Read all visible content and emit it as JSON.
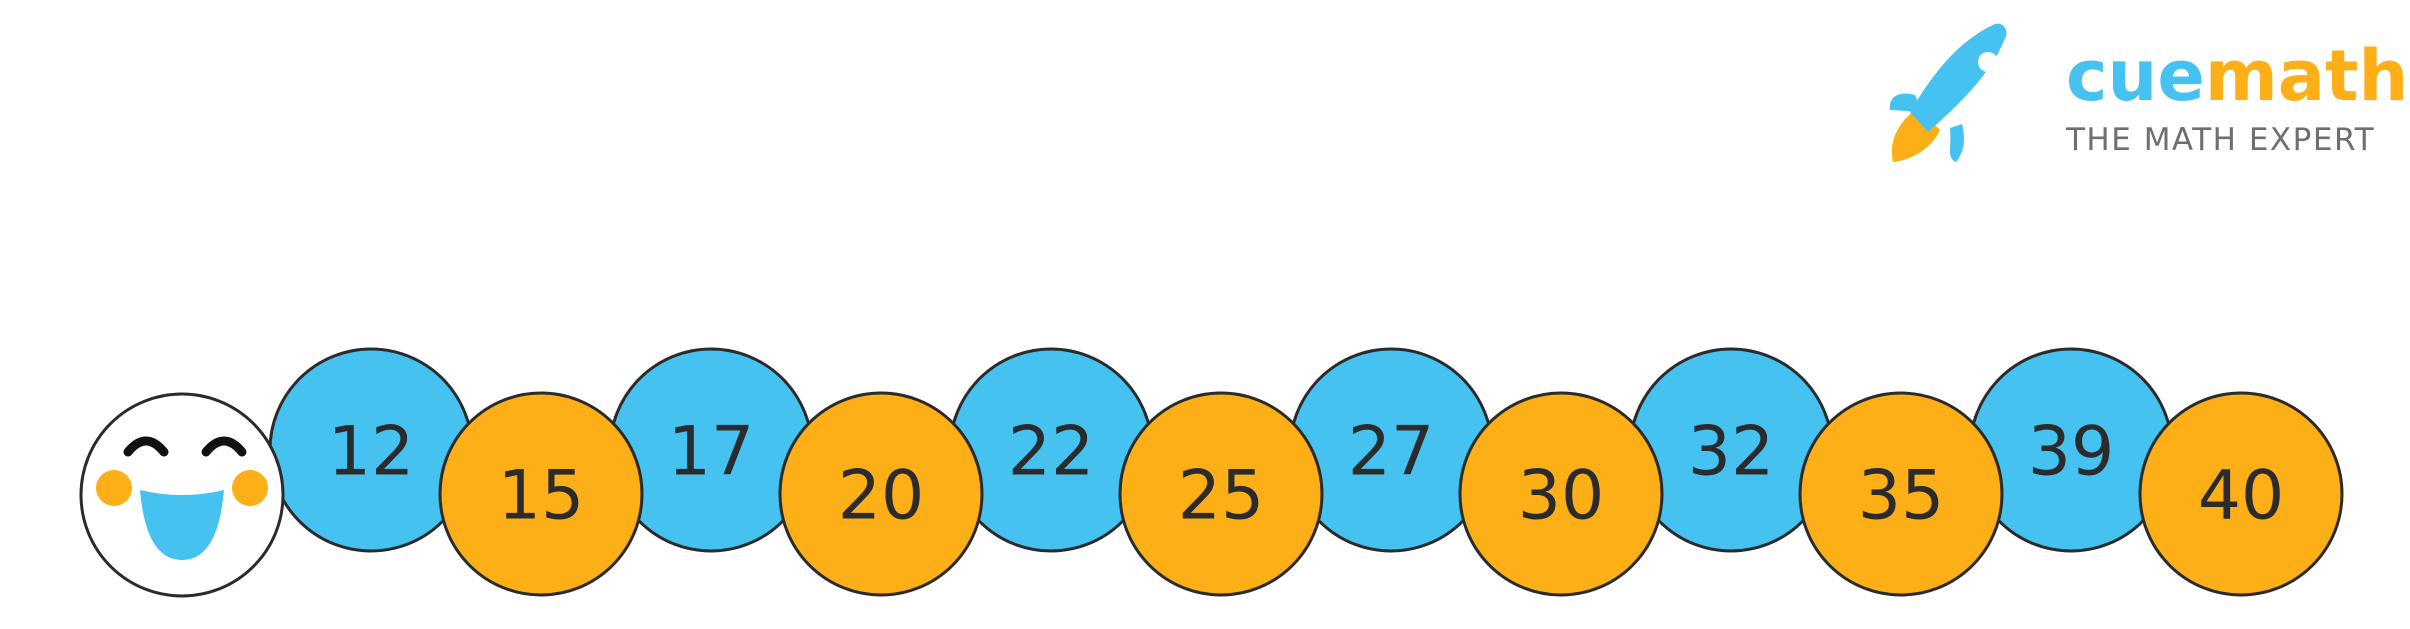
{
  "logo": {
    "brand_part1": "cue",
    "brand_part2": "math",
    "tagline": "THE MATH EXPERT",
    "icon": "rocket-icon"
  },
  "caterpillar": {
    "head_icon": "smiley-face-icon",
    "beads": [
      {
        "value": "12",
        "color": "blue",
        "row": "upper"
      },
      {
        "value": "15",
        "color": "orange",
        "row": "lower"
      },
      {
        "value": "17",
        "color": "blue",
        "row": "upper"
      },
      {
        "value": "20",
        "color": "orange",
        "row": "lower"
      },
      {
        "value": "22",
        "color": "blue",
        "row": "upper"
      },
      {
        "value": "25",
        "color": "orange",
        "row": "lower"
      },
      {
        "value": "27",
        "color": "blue",
        "row": "upper"
      },
      {
        "value": "30",
        "color": "orange",
        "row": "lower"
      },
      {
        "value": "32",
        "color": "blue",
        "row": "upper"
      },
      {
        "value": "35",
        "color": "orange",
        "row": "lower"
      },
      {
        "value": "39",
        "color": "blue",
        "row": "upper"
      },
      {
        "value": "40",
        "color": "orange",
        "row": "lower"
      }
    ]
  },
  "colors": {
    "blue": "#45c2f0",
    "orange": "#fcaf17",
    "outline": "#2b2b2b",
    "logo_blue": "#45c2f0",
    "logo_orange": "#fcaf17"
  }
}
